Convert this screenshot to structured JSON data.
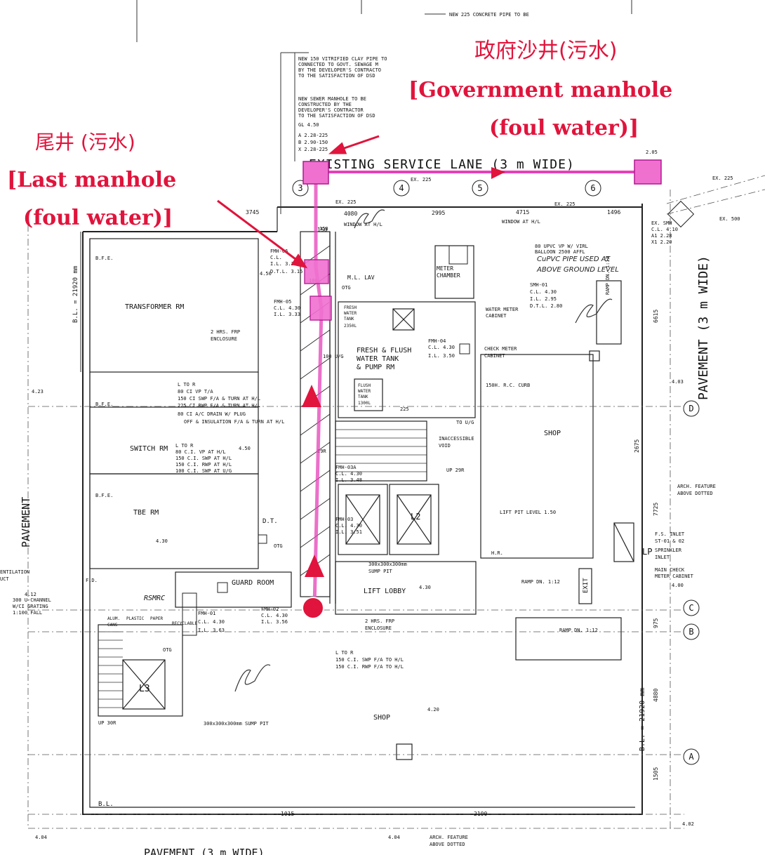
{
  "annotations": {
    "government_manhole": {
      "zh": "政府沙井(污水)",
      "en_line1": "[Government manhole",
      "en_line2": "(foul water)]"
    },
    "last_manhole": {
      "zh": "尾井 (污水)",
      "en_line1": "[Last manhole",
      "en_line2": "(foul water)]"
    },
    "colors": {
      "annotation": "#e0143c",
      "pipe": "#e640b8",
      "marker_fill": "#f070d0"
    }
  },
  "notes": {
    "top_pipe": "NEW 225 CONCRETE PIPE TO BE",
    "clay_pipe": [
      "NEW 150 VITRIFIED CLAY PIPE TO",
      "CONNECTED TO GOVT. SEWAGE M",
      "BY THE DEVELOPER'S CONTRACTO",
      "TO THE SATISFACTION OF DSD"
    ],
    "sewer_manhole": [
      "NEW SEWER MANHOLE TO BE",
      "CONSTRUCTED BY THE",
      "DEVELOPER'S CONTRACTOR",
      "TO THE SATISFACTION OF DSD",
      "GL 4.50",
      "A 2.28-225",
      "B 2.90-150",
      "X 2.28-225"
    ],
    "service_lane": "EXISTING SERVICE LANE (3 m WIDE)",
    "l_to_r_1": [
      "L TO R",
      "80 CI VP T/A",
      "150 CI SWP F/A & TURN AT H/L",
      "225 CI RWP F/A & TURN AT H/L",
      "80 CI A/C DRAIN W/ PLUG",
      "OFF & INSULATION F/A & TURN AT H/L"
    ],
    "l_to_r_2": [
      "L TO R",
      "80 C.I. VP AT H/L",
      "150 C.I. SWP AT H/L",
      "150 C.I. RWP AT H/L",
      "100 C.I. SWP AT U/G"
    ],
    "l_to_r_3": [
      "L TO R",
      "150 C.I. SWP F/A TO H/L",
      "150 C.I. RWP F/A TO H/L"
    ],
    "upvc": [
      "80 UPVC VP W/ VIRL",
      "BALLOON 2500 AFFL"
    ],
    "cupvc_hand": [
      "CuPVC PIPE USED AT",
      "ABOVE GROUND LEVEL"
    ],
    "smh": [
      "SMH-01",
      "C.L. 4.30",
      "I.L. 2.95",
      "D.T.L. 2.80"
    ],
    "ex_smh": [
      "EX. SMH",
      "C.L. 4.10",
      "A1 2.28",
      "X1 2.20"
    ],
    "fmh06": [
      "FMH-06",
      "C.L.",
      "I.L. 3.30",
      "D.T.L. 3.15"
    ],
    "fmh05": [
      "FMH-05",
      "C.L. 4.30",
      "I.L. 3.33"
    ],
    "fmh04": [
      "FMH-04",
      "C.L. 4.30",
      "I.L. 3.50"
    ],
    "fmh03a": [
      "FMH-03A",
      "C.L. 4.30",
      "I.L. 3.48"
    ],
    "fmh03": [
      "FMH-03",
      "C.L. 4.30",
      "I.L. 3.51"
    ],
    "fmh02": [
      "FMH-02",
      "C.L. 4.30",
      "I.L. 3.56"
    ],
    "fmh01": [
      "FMH-01",
      "C.L. 4.30",
      "I.L. 3.63"
    ],
    "right_notes": {
      "arch_feature": [
        "ARCH. FEATURE",
        "ABOVE DOTTED"
      ],
      "lift_pit": "LIFT PIT LEVEL 1.50",
      "fs_inlet": [
        "F.S. INLET",
        "ST-01 & 02",
        "SPRINKLER",
        "INLET"
      ],
      "main_check": [
        "MAIN CHECK",
        "METER CABINET"
      ],
      "check_meter": [
        "CHECK METER",
        "CABINET"
      ],
      "water_meter": [
        "WATER METER",
        "CABINET"
      ],
      "curb": "150H. R.C. CURB",
      "inaccessible": [
        "INACCESSIBLE",
        "VOID"
      ],
      "frp_enclosure": [
        "2 HRS. FRP",
        "ENCLOSURE"
      ],
      "sump_pit": [
        "300x300x300mm",
        "SUMP PIT"
      ],
      "ventilation": [
        "ENTILATION",
        "UCT"
      ],
      "u_channel": [
        "300 U-CHANNEL",
        "W/CI GRATING",
        "1:100 FALL"
      ],
      "arch_feature_bottom": [
        "ARCH. FEATURE",
        "ABOVE DOTTED"
      ]
    },
    "window": [
      "WINDOW AT H/L",
      "WINDOW AT H/L"
    ],
    "frp_left": [
      "2 HRS. FRP",
      "ENCLOSURE"
    ]
  },
  "rooms": {
    "transformer": "TRANSFORMER RM",
    "switch": "SWITCH RM",
    "tbe": "TBE RM",
    "guard": "GUARD ROOM",
    "rsmrc": "RSMRC",
    "shop_right": "SHOP",
    "shop_bottom": "SHOP",
    "lift_lobby": "LIFT LOBBY",
    "water_tank": [
      "FRESH & FLUSH",
      "WATER TANK",
      "& PUMP RM"
    ],
    "flush_tank": [
      "FLUSH",
      "WATER",
      "TANK",
      "1300L"
    ],
    "fresh_tank": [
      "FRESH",
      "WATER",
      "TANK",
      "2350L"
    ],
    "meter": [
      "METER",
      "CHAMBER"
    ],
    "ml_lav": "M.L. LAV",
    "l3": "L3",
    "l2": "L2",
    "exit": "EXIT",
    "hr": "H.R.",
    "dt": "D.T.",
    "lp": "LP",
    "recycle": [
      "ALUM.",
      "CANS",
      "PLASTIC",
      "PAPER",
      "RECYCLABLE"
    ],
    "rwp_pit": "300x300x300mm SUMP PIT"
  },
  "side_labels": {
    "pavement_left": "PAVEMENT",
    "pavement_right": "PAVEMENT (3 m WIDE)",
    "pavement_bottom": "PAVEMENT (3 m WIDE)",
    "bl_left": "B.L. = 21920 mm",
    "bl_right": "B.L. = 21920 mm",
    "bl_bottom": "B.L."
  },
  "grid_bubbles": [
    "3",
    "4",
    "5",
    "6",
    "D",
    "C",
    "B",
    "A"
  ],
  "dimensions": [
    "3745",
    "4080",
    "2995",
    "4715",
    "1496",
    "6615",
    "2675",
    "7725",
    "975",
    "4880",
    "1505",
    "1015",
    "2100",
    "150"
  ],
  "levels": [
    "4.23",
    "4.12",
    "4.04",
    "4.04",
    "4.02",
    "4.03",
    "4.50",
    "4.30",
    "4.50",
    "4.20",
    "4.30",
    "4.00",
    "2.05"
  ],
  "pipe_tags": [
    "EX. 225",
    "EX. 225",
    "EX. 225",
    "EX. 225",
    "EX. 500",
    "100",
    "150",
    "225",
    "100 U/G",
    "TO U/G",
    "UP 29R",
    "29R",
    "UP 30R",
    "RAMP DN. 1:12",
    "RAMP DN. 1:12",
    "RAMP DN. 1:12",
    "B.F.E.",
    "B.F.E.",
    "B.F.E.",
    "F.D.",
    "OTG",
    "OTG",
    "OTG"
  ]
}
